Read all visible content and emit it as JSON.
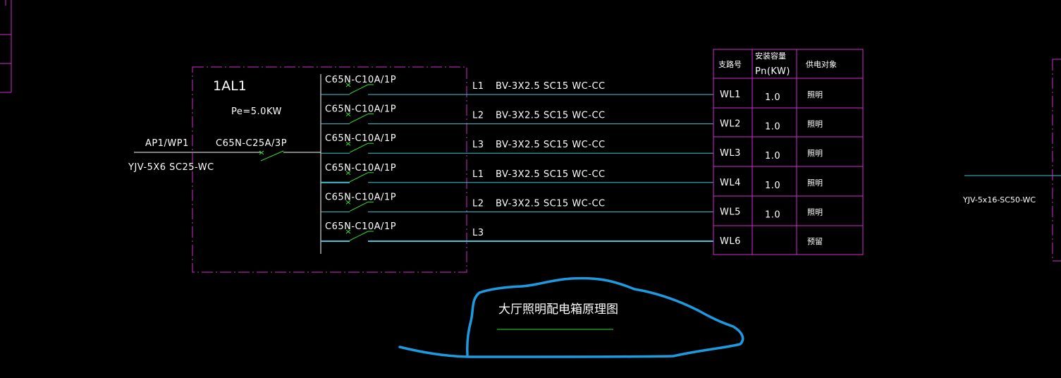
{
  "panel": {
    "name": "1AL1",
    "pe": "Pe=5.0KW",
    "incoming_source": "AP1/WP1",
    "incoming_cable": "YJV-5X6  SC25-WC",
    "main_breaker": "C65N-C25A/3P"
  },
  "circuits": [
    {
      "breaker": "C65N-C10A/1P",
      "phase": "L1",
      "cable": "BV-3X2.5  SC15  WC-CC",
      "id": "WL1",
      "capacity": "1.0",
      "load": "照明"
    },
    {
      "breaker": "C65N-C10A/1P",
      "phase": "L2",
      "cable": "BV-3X2.5  SC15  WC-CC",
      "id": "WL2",
      "capacity": "1.0",
      "load": "照明"
    },
    {
      "breaker": "C65N-C10A/1P",
      "phase": "L3",
      "cable": "BV-3X2.5  SC15  WC-CC",
      "id": "WL3",
      "capacity": "1.0",
      "load": "照明"
    },
    {
      "breaker": "C65N-C10A/1P",
      "phase": "L1",
      "cable": "BV-3X2.5  SC15  WC-CC",
      "id": "WL4",
      "capacity": "1.0",
      "load": "照明"
    },
    {
      "breaker": "C65N-C10A/1P",
      "phase": "L2",
      "cable": "BV-3X2.5  SC15  WC-CC",
      "id": "WL5",
      "capacity": "1.0",
      "load": "照明"
    },
    {
      "breaker": "C65N-C10A/1P",
      "phase": "L3",
      "cable": "",
      "id": "WL6",
      "capacity": "",
      "load": "预留"
    }
  ],
  "table_headers": {
    "circuit_no": "支路号",
    "capacity_line1": "安装容量",
    "capacity_line2": "Pn(KW)",
    "load": "供电对象"
  },
  "drawing_title": "大厅照明配电箱原理图",
  "right_cable": "YJV-5x16-SC50-WC",
  "colors": {
    "background": "#000000",
    "frame": "#d22bd2",
    "wire": "#3fc6d3",
    "switch": "#33e033",
    "text": "#ffffff",
    "markup": "#1e9be0"
  }
}
